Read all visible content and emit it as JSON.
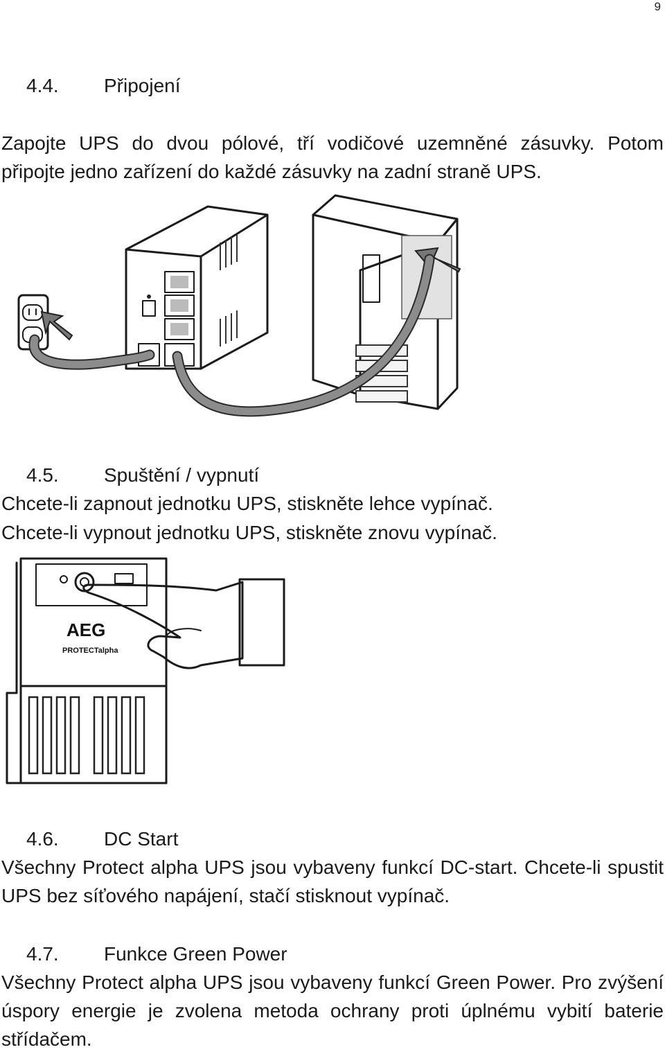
{
  "page_number": "9",
  "sections": [
    {
      "number": "4.4.",
      "title": "Připojení",
      "paragraphs": [
        "Zapojte UPS do dvou pólové, tří vodičové uzemněné zásuvky. Potom připojte jedno zařízení do každé zásuvky na zadní straně UPS."
      ]
    },
    {
      "number": "4.5.",
      "title": "Spuštění / vypnutí",
      "paragraphs": [
        "Chcete-li zapnout jednotku UPS, stiskněte lehce vypínač.",
        "Chcete-li vypnout jednotku UPS, stiskněte znovu vypínač."
      ]
    },
    {
      "number": "4.6.",
      "title": "DC Start",
      "paragraphs": [
        "Všechny Protect alpha UPS jsou vybaveny funkcí DC-start. Chcete-li spustit UPS bez síťového napájení, stačí stisknout vypínač."
      ]
    },
    {
      "number": "4.7.",
      "title": "Funkce Green Power",
      "paragraphs": [
        "Všechny Protect alpha UPS jsou vybaveny funkcí Green Power. Pro zvýšení úspory energie je zvolena metoda ochrany proti úplnému vybití baterie střídačem."
      ]
    }
  ],
  "figures": {
    "power_ups": {
      "brand": "AEG",
      "model": "PROTECTalpha"
    }
  }
}
